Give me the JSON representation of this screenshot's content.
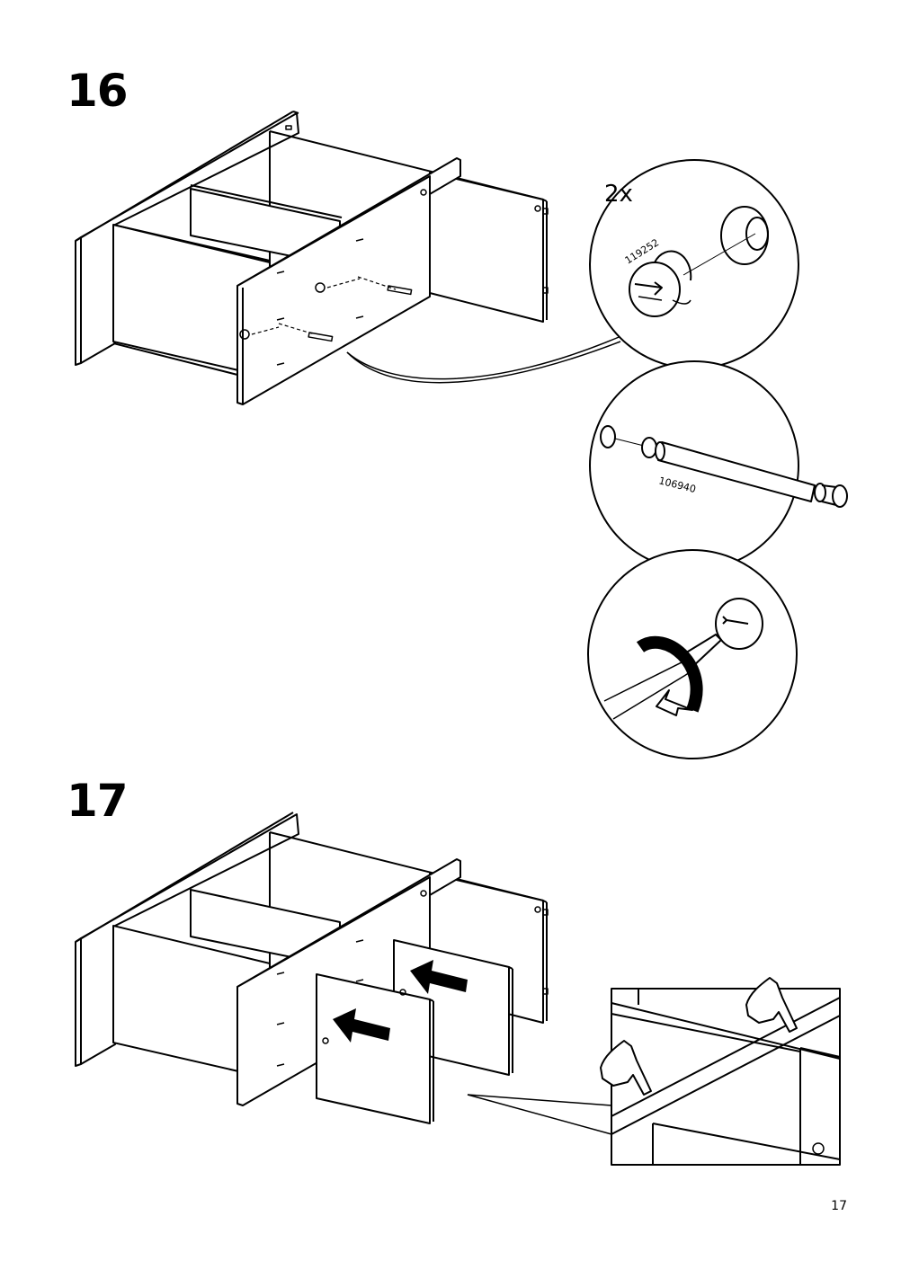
{
  "steps": [
    {
      "number": "16",
      "quantity": "2x",
      "part_numbers": [
        "119252",
        "106940"
      ]
    },
    {
      "number": "17"
    }
  ],
  "page_number": "17",
  "icons": [
    "cam-lock-icon",
    "dowel-pin-icon",
    "screwdriver-icon",
    "rotate-arrow-icon",
    "push-arrow-icon",
    "hand-press-icon"
  ]
}
